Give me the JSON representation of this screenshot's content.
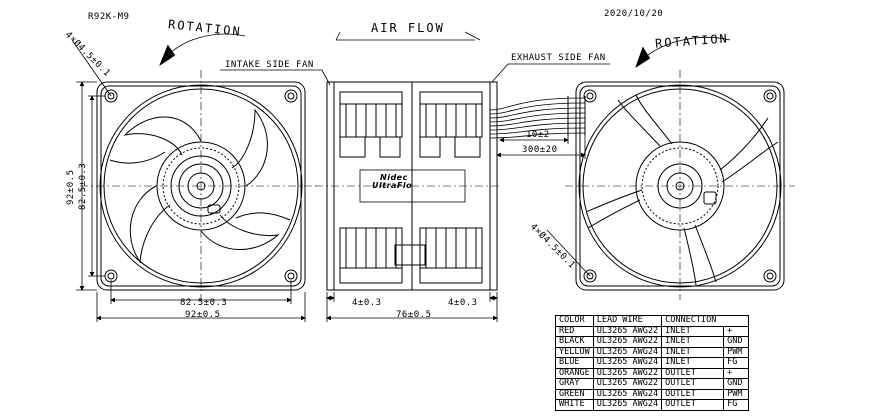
{
  "header": {
    "model": "R92K-M9",
    "date": "2020/10/20",
    "rotation_left": "ROTATION",
    "rotation_right": "ROTATION",
    "air_flow": "AIR FLOW",
    "intake_side": "INTAKE SIDE FAN",
    "exhaust_side": "EXHAUST SIDE FAN"
  },
  "dims": {
    "hole_left": "4×Ø4.5±0.1",
    "hole_right": "4×Ø4.5±0.1",
    "height_outer": "92±0.5",
    "height_inner": "82.5±0.3",
    "width_inner": "82.5±0.3",
    "width_outer": "92±0.5",
    "side_left": "4±0.3",
    "side_right": "4±0.3",
    "depth": "76±0.5",
    "strip": "10±2",
    "lead_length": "300±20"
  },
  "logo": {
    "brand": "Nidec",
    "product": "UltraFlo"
  },
  "wire_table": {
    "headers": [
      "COLOR",
      "LEAD WIRE",
      "CONNECTION"
    ],
    "rows": [
      {
        "color": "RED",
        "wire": "UL3265 AWG22",
        "side": "INLET",
        "func": "+"
      },
      {
        "color": "BLACK",
        "wire": "UL3265 AWG22",
        "side": "INLET",
        "func": "GND"
      },
      {
        "color": "YELLOW",
        "wire": "UL3265 AWG24",
        "side": "INLET",
        "func": "PWM"
      },
      {
        "color": "BLUE",
        "wire": "UL3265 AWG24",
        "side": "INLET",
        "func": "FG"
      },
      {
        "color": "ORANGE",
        "wire": "UL3265 AWG22",
        "side": "OUTLET",
        "func": "+"
      },
      {
        "color": "GRAY",
        "wire": "UL3265 AWG22",
        "side": "OUTLET",
        "func": "GND"
      },
      {
        "color": "GREEN",
        "wire": "UL3265 AWG24",
        "side": "OUTLET",
        "func": "PWM"
      },
      {
        "color": "WHITE",
        "wire": "UL3265 AWG24",
        "side": "OUTLET",
        "func": "FG"
      }
    ]
  }
}
